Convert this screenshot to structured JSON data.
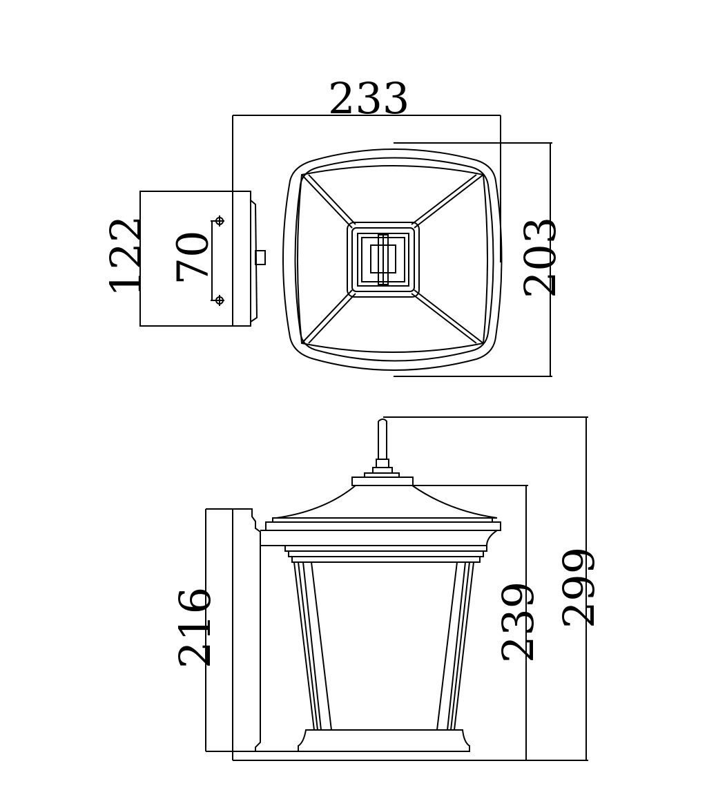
{
  "drawing": {
    "title": "Outdoor wall lantern dimension drawing",
    "units": "mm",
    "stroke_color": "#000000",
    "background": "#ffffff"
  },
  "top_view": {
    "width_label": "233",
    "depth_label": "203",
    "backplate_height_label": "122",
    "mounting_hole_spacing_label": "70"
  },
  "side_view": {
    "backplate_height_label": "216",
    "lantern_height_label": "239",
    "overall_height_label": "299"
  }
}
